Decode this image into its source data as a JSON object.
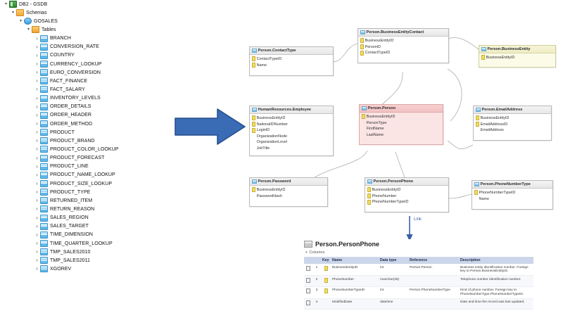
{
  "tree": {
    "root": {
      "label": "DB2 - GSDB",
      "icon": "database-icon"
    },
    "schemas": {
      "label": "Schemas",
      "icon": "folder-icon"
    },
    "schema": {
      "label": "GOSALES",
      "icon": "schema-icon"
    },
    "tables_folder": {
      "label": "Tables",
      "icon": "folder-tables-icon"
    },
    "tables": [
      "BRANCH",
      "CONVERSION_RATE",
      "COUNTRY",
      "CURRENCY_LOOKUP",
      "EURO_CONVERSION",
      "FACT_FINANCE",
      "FACT_SALARY",
      "INVENTORY_LEVELS",
      "ORDER_DETAILS",
      "ORDER_HEADER",
      "ORDER_METHOD",
      "PRODUCT",
      "PRODUCT_BRAND",
      "PRODUCT_COLOR_LOOKUP",
      "PRODUCT_FORECAST",
      "PRODUCT_LINE",
      "PRODUCT_NAME_LOOKUP",
      "PRODUCT_SIZE_LOOKUP",
      "PRODUCT_TYPE",
      "RETURNED_ITEM",
      "RETURN_REASON",
      "SALES_REGION",
      "SALES_TARGET",
      "TIME_DIMENSION",
      "TIME_QUARTER_LOOKUP",
      "TMP_SALES2010",
      "TMP_SALES2011",
      "XGOREV"
    ]
  },
  "diagram": {
    "entities": [
      {
        "id": "contacttype",
        "title": "Person.ContactType",
        "theme": "plain",
        "columns": [
          {
            "name": "ContactTypeID",
            "key": true
          },
          {
            "name": "Name",
            "key": true
          }
        ]
      },
      {
        "id": "businessentitycontact",
        "title": "Person.BusinessEntityContact",
        "theme": "plain",
        "columns": [
          {
            "name": "BusinessEntityID",
            "key": true
          },
          {
            "name": "PersonID",
            "key": true
          },
          {
            "name": "ContactTypeID",
            "key": true
          }
        ]
      },
      {
        "id": "businessentity",
        "title": "Person.BusinessEntity",
        "theme": "cream",
        "columns": [
          {
            "name": "BusinessEntityID",
            "key": true
          }
        ]
      },
      {
        "id": "employee",
        "title": "HumanResources.Employee",
        "theme": "plain",
        "columns": [
          {
            "name": "BusinessEntityID",
            "key": true
          },
          {
            "name": "NationalIDNumber",
            "key": true
          },
          {
            "name": "LoginID",
            "key": true
          },
          {
            "name": "OrganizationNode",
            "key": false
          },
          {
            "name": "OrganizationLevel",
            "key": false
          },
          {
            "name": "JobTitle",
            "key": false
          }
        ]
      },
      {
        "id": "person",
        "title": "Person.Person",
        "theme": "rose",
        "columns": [
          {
            "name": "BusinessEntityID",
            "key": true
          },
          {
            "name": "PersonType",
            "key": false
          },
          {
            "name": "FirstName",
            "key": false
          },
          {
            "name": "LastName",
            "key": false
          }
        ]
      },
      {
        "id": "emailaddress",
        "title": "Person.EmailAddress",
        "theme": "plain",
        "columns": [
          {
            "name": "BusinessEntityID",
            "key": true
          },
          {
            "name": "EmailAddressID",
            "key": true
          },
          {
            "name": "EmailAddress",
            "key": false
          }
        ]
      },
      {
        "id": "password",
        "title": "Person.Password",
        "theme": "plain",
        "columns": [
          {
            "name": "BusinessEntityID",
            "key": true
          },
          {
            "name": "PasswordHash",
            "key": false
          }
        ]
      },
      {
        "id": "personphone",
        "title": "Person.PersonPhone",
        "theme": "plain",
        "columns": [
          {
            "name": "BusinessEntityID",
            "key": true
          },
          {
            "name": "PhoneNumber",
            "key": true
          },
          {
            "name": "PhoneNumberTypeID",
            "key": true
          }
        ]
      },
      {
        "id": "phonenumbertype",
        "title": "Person.PhoneNumberType",
        "theme": "plain",
        "columns": [
          {
            "name": "PhoneNumberTypeID",
            "key": true
          },
          {
            "name": "Name",
            "key": false
          }
        ]
      }
    ],
    "link_label": "Link",
    "big_arrow": "right-arrow-icon",
    "arrow_color": "#3A6BB5"
  },
  "detail": {
    "title": "Person.PersonPhone",
    "section": "Columns",
    "headers": [
      "",
      "",
      "Key",
      "Name",
      "Data type",
      "Reference",
      "Description"
    ],
    "rows": [
      {
        "key": "PK",
        "name": "BusinessEntityID",
        "type": "int",
        "reference": "Person.Person",
        "description": "Business entity identification number. Foreign key to Person.BusinessEntityID."
      },
      {
        "key": "PK",
        "name": "PhoneNumber",
        "type": "nvarchar(25)",
        "reference": "",
        "description": "Telephone number identification number."
      },
      {
        "key": "PK",
        "name": "PhoneNumberTypeID",
        "type": "int",
        "reference": "Person.PhoneNumberType",
        "description": "Kind of phone number. Foreign key to PhoneNumberType.PhoneNumberTypeID."
      },
      {
        "key": "",
        "name": "ModifiedDate",
        "type": "datetime",
        "reference": "",
        "description": "Date and time the record was last updated."
      }
    ]
  }
}
